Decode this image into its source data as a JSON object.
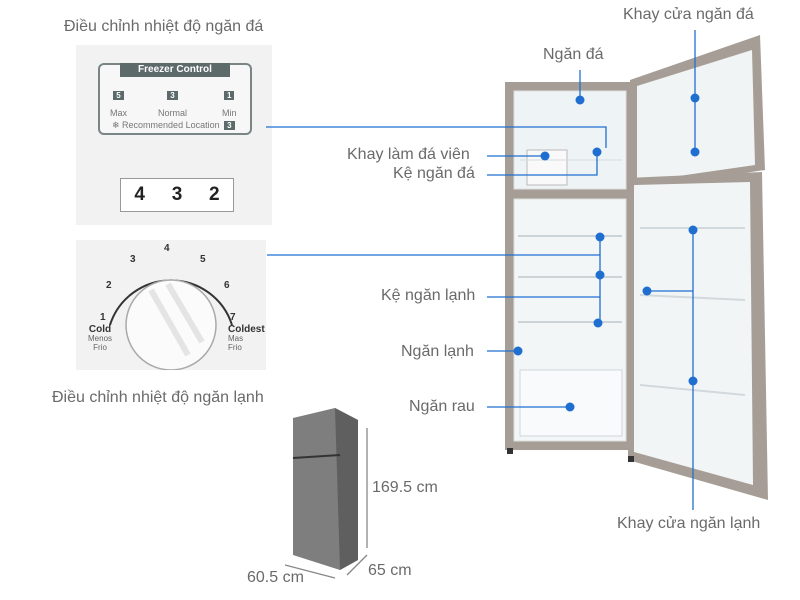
{
  "labels": {
    "freezer_control_title": "Điều chỉnh nhiệt độ ngăn đá",
    "fridge_control_title": "Điều chỉnh nhiệt độ ngăn lạnh",
    "freezer_door_tray": "Khay cửa ngăn đá",
    "freezer_compartment": "Ngăn đá",
    "ice_tray": "Khay làm đá viên",
    "freezer_shelf": "Kệ ngăn đá",
    "fridge_shelf": "Kệ ngăn lạnh",
    "fridge_compartment": "Ngăn lạnh",
    "vegetable_drawer": "Ngăn rau",
    "fridge_door_tray": "Khay cửa ngăn lạnh"
  },
  "freezer_panel": {
    "title": "Freezer Control",
    "max_num": "5",
    "max": "Max",
    "normal_num": "3",
    "normal": "Normal",
    "min_num": "1",
    "min": "Min",
    "recommended": "❄ Recommended Location",
    "recommended_num": "3",
    "drum": [
      "4",
      "3",
      "2"
    ]
  },
  "fridge_dial": {
    "numbers": [
      "1",
      "2",
      "3",
      "4",
      "5",
      "6",
      "7"
    ],
    "cold": "Cold",
    "cold_sub1": "Menos",
    "cold_sub2": "Frio",
    "coldest": "Coldest",
    "coldest_sub1": "Mas",
    "coldest_sub2": "Frio"
  },
  "dimensions": {
    "height": "169.5 cm",
    "width": "60.5 cm",
    "depth": "65 cm"
  },
  "colors": {
    "accent": "#1f6fd1",
    "text": "#6a6a6a"
  }
}
